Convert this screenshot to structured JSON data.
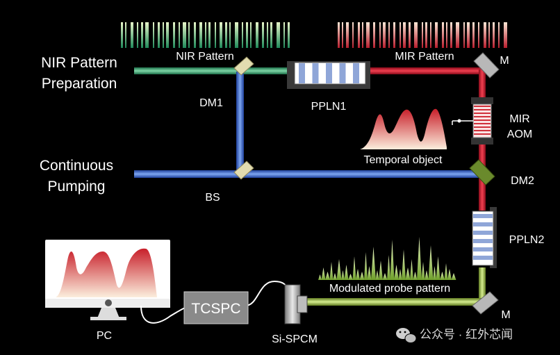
{
  "labels": {
    "nir_prep_1": "NIR Pattern",
    "nir_prep_2": "Preparation",
    "cont_pump_1": "Continuous",
    "cont_pump_2": "Pumping",
    "nir_pattern": "NIR Pattern",
    "mir_pattern": "MIR Pattern",
    "dm1": "DM1",
    "bs": "BS",
    "ppln1": "PPLN1",
    "m_top": "M",
    "mir_aom_1": "MIR",
    "mir_aom_2": "AOM",
    "temporal_object": "Temporal object",
    "dm2": "DM2",
    "ppln2": "PPLN2",
    "modulated_probe": "Modulated probe pattern",
    "m_bottom": "M",
    "tcspc": "TCSPC",
    "si_spcm": "Si-SPCM",
    "pc": "PC",
    "watermark": "公众号 · 红外芯闻"
  },
  "colors": {
    "nir_beam": "#2e9a68",
    "pump_beam": "#2f5fd0",
    "mir_beam": "#c8102e",
    "probe_beam": "#9ab83a",
    "mirror": "#d6d2a8",
    "dm2": "#5f7a2a",
    "crystal_stripe": "#8fa6d8",
    "box_fill": "#8a8a8a"
  },
  "icons": [
    "wechat-icon"
  ]
}
